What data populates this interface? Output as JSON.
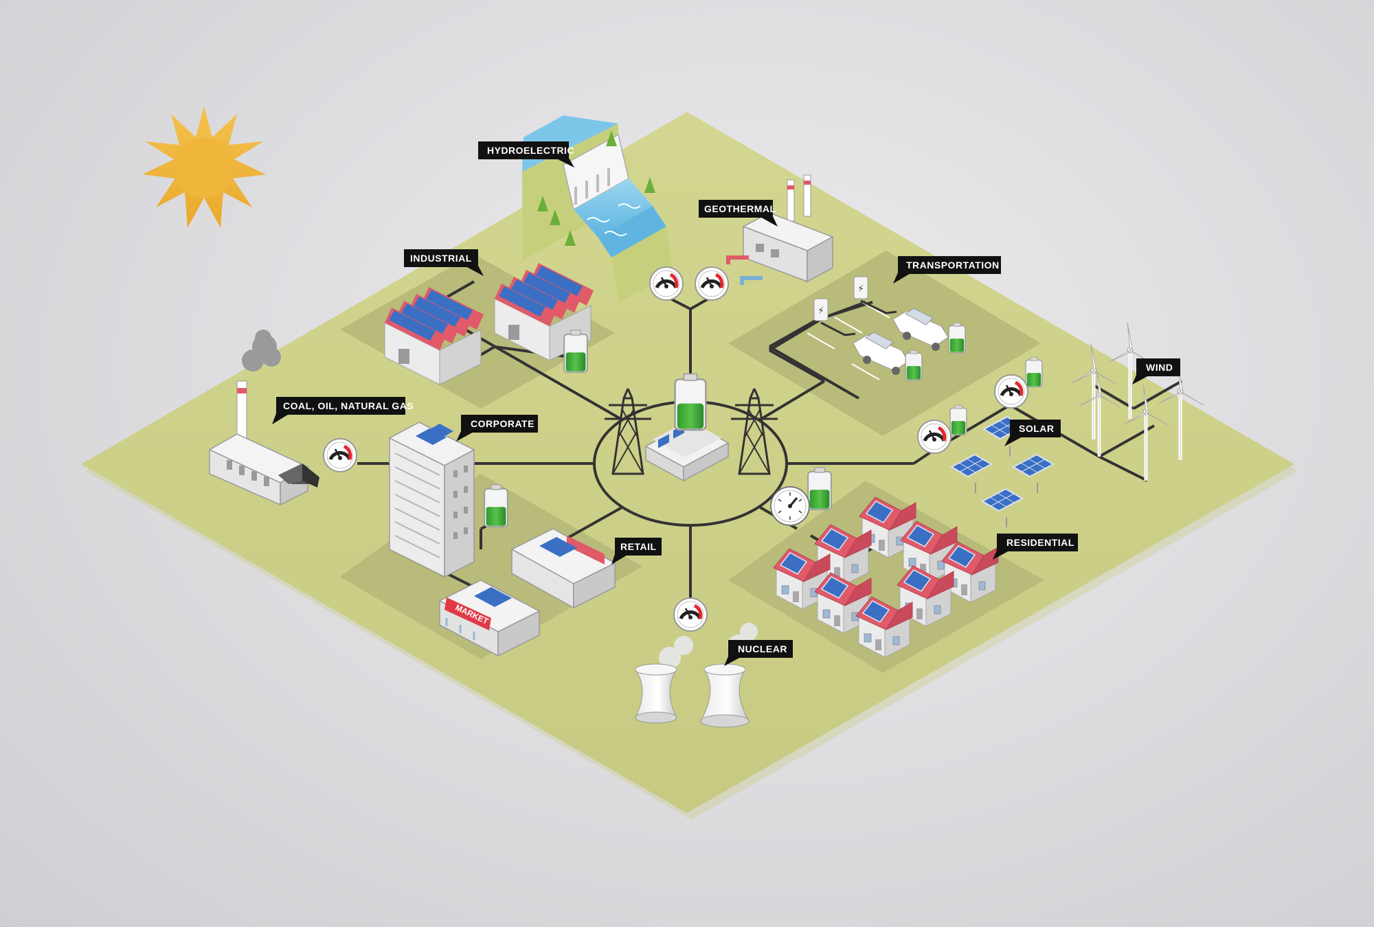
{
  "labels": {
    "hydroelectric": "HYDROELECTRIC",
    "geothermal": "GEOTHERMAL",
    "industrial": "INDUSTRIAL",
    "transportation": "TRANSPORTATION",
    "wind": "WIND",
    "solar": "SOLAR",
    "coal": "COAL, OIL, NATURAL GAS",
    "corporate": "CORPORATE",
    "retail": "RETAIL",
    "residential": "RESIDENTIAL",
    "nuclear": "NUCLEAR"
  },
  "signs": {
    "market": "MARKET"
  },
  "colors": {
    "ground": "#cdd08a",
    "zone": "#b8bb7a",
    "line": "#333333",
    "battery_green": "#3aa83a",
    "roof_red": "#e05a6a",
    "solar_blue": "#3b6fc4",
    "sun": "#f0b63c",
    "gauge_red": "#e0282e",
    "label_bg": "#111111",
    "water": "#7cc6ea"
  }
}
